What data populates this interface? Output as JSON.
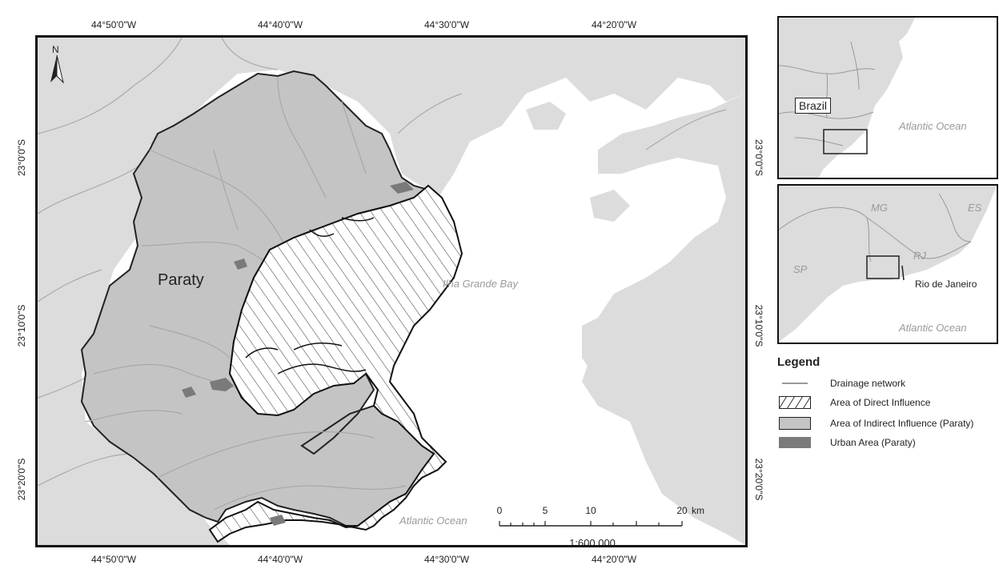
{
  "coords": {
    "top": [
      "44°50'0\"W",
      "44°40'0\"W",
      "44°30'0\"W",
      "44°20'0\"W"
    ],
    "bottom": [
      "44°50'0\"W",
      "44°40'0\"W",
      "44°30'0\"W",
      "44°20'0\"W"
    ],
    "left": [
      "23°0'0\"S",
      "23°10'0\"S",
      "23°20'0\"S"
    ],
    "right": [
      "23°0'0\"S",
      "23°10'0\"S",
      "23°20'0\"S"
    ]
  },
  "main_map": {
    "north_arrow": "N",
    "municipality_label": "Paraty",
    "bay_label": "Ilha Grande Bay",
    "ocean_label": "Atlantic Ocean",
    "scale_bar": {
      "ticks": [
        "0",
        "5",
        "10",
        "20"
      ],
      "unit": "km",
      "ratio": "1:600.000"
    }
  },
  "inset_brazil": {
    "country_label": "Brazil",
    "ocean_label": "Atlantic Ocean"
  },
  "inset_region": {
    "state_labels": [
      "MG",
      "ES",
      "RJ",
      "SP"
    ],
    "city_label": "Rio de Janeiro",
    "ocean_label": "Atlantic Ocean"
  },
  "legend": {
    "title": "Legend",
    "items": [
      {
        "label": "Drainage network",
        "symbol": "line"
      },
      {
        "label": "Area of Direct Influence",
        "symbol": "hatch"
      },
      {
        "label": "Area of Indirect Influence (Paraty)",
        "symbol": "light-gray-fill"
      },
      {
        "label": "Urban Area (Paraty)",
        "symbol": "dark-gray-fill"
      }
    ]
  },
  "colors": {
    "land": "#dcdcdc",
    "municipality": "#c4c4c4",
    "urban": "#7a7a7a",
    "water": "#ffffff",
    "drainage": "#999999"
  }
}
